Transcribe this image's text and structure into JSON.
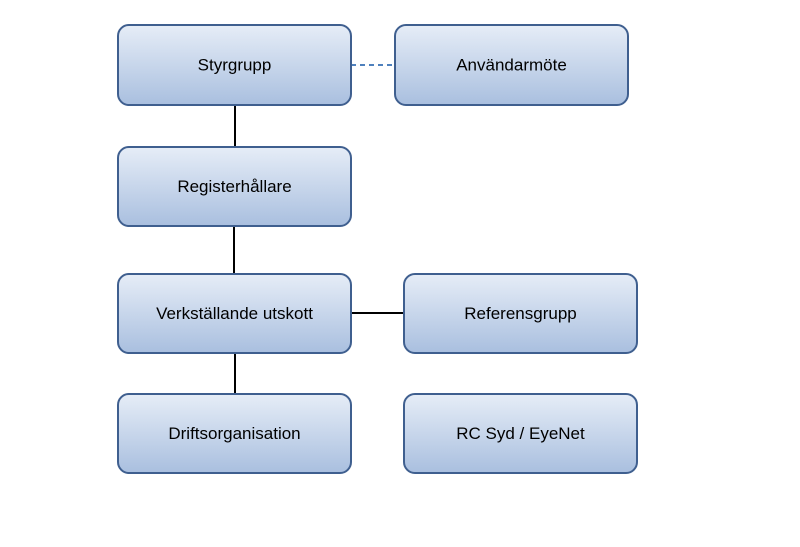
{
  "nodes": {
    "styrgrupp": {
      "label": "Styrgrupp"
    },
    "anvandarmote": {
      "label": "Användarmöte"
    },
    "registerhallare": {
      "label": "Registerhållare"
    },
    "verkstallande": {
      "label": "Verkställande utskott"
    },
    "referensgrupp": {
      "label": "Referensgrupp"
    },
    "driftsorganisation": {
      "label": "Driftsorganisation"
    },
    "rcsyd": {
      "label": "RC Syd / EyeNet"
    }
  },
  "edges": [
    {
      "from": "styrgrupp",
      "to": "anvandarmote",
      "style": "dashed"
    },
    {
      "from": "styrgrupp",
      "to": "registerhallare",
      "style": "solid"
    },
    {
      "from": "registerhallare",
      "to": "verkstallande",
      "style": "solid"
    },
    {
      "from": "verkstallande",
      "to": "referensgrupp",
      "style": "solid"
    },
    {
      "from": "verkstallande",
      "to": "driftsorganisation",
      "style": "solid"
    }
  ],
  "colors": {
    "box_fill_top": "#e6edf7",
    "box_fill_bottom": "#a9bfdf",
    "box_border": "#3f5f8f",
    "solid_connector": "#000000",
    "dashed_connector": "#4f81bd"
  }
}
